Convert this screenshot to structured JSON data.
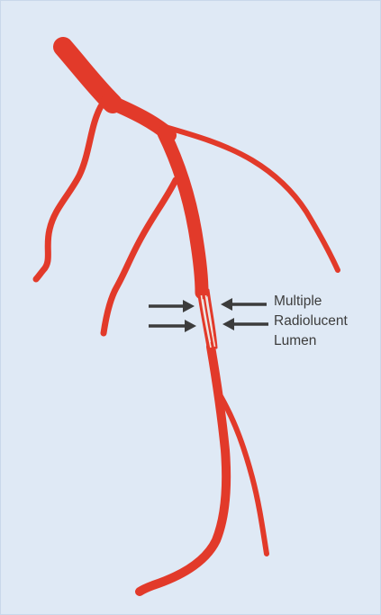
{
  "figure": {
    "annotation_lines": [
      "Multiple",
      "Radiolucent",
      "Lumen"
    ],
    "colors": {
      "background": "#dfe9f5",
      "artery": "#e23a2a",
      "artery_dark": "#c42a1d",
      "lumen_gap": "#f4e6da",
      "arrow": "#3c3c3c",
      "text": "#3d3d3d"
    },
    "icons": [
      "arrow-right-icon",
      "arrow-left-icon"
    ]
  }
}
